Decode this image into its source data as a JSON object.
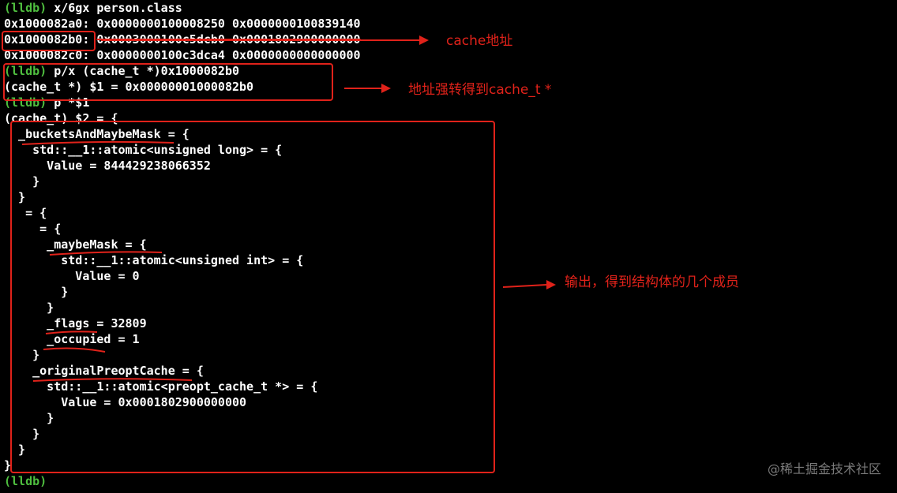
{
  "terminal": {
    "lines": [
      {
        "prompt": "(lldb)",
        "text": " x/6gx person.class"
      },
      {
        "prompt": "",
        "text": "0x1000082a0: 0x0000000100008250 0x0000000100839140"
      },
      {
        "prompt": "",
        "text": "0x1000082b0: ",
        "struck": "0x0003000100c5dcb0 0x0001802900000000"
      },
      {
        "prompt": "",
        "text": "0x1000082c0: 0x0000000100c3dca4 0x0000000000000000"
      },
      {
        "prompt": "(lldb)",
        "text": " p/x (cache_t *)0x1000082b0"
      },
      {
        "prompt": "",
        "text": "(cache_t *) $1 = 0x00000001000082b0"
      },
      {
        "prompt": "(lldb)",
        "text": " p *$1"
      },
      {
        "prompt": "",
        "text": "(cache_t) $2 = {"
      },
      {
        "prompt": "",
        "text": "  _bucketsAndMaybeMask = {"
      },
      {
        "prompt": "",
        "text": "    std::__1::atomic<unsigned long> = {"
      },
      {
        "prompt": "",
        "text": "      Value = 844429238066352"
      },
      {
        "prompt": "",
        "text": "    }"
      },
      {
        "prompt": "",
        "text": "  }"
      },
      {
        "prompt": "",
        "text": "   = {"
      },
      {
        "prompt": "",
        "text": "     = {"
      },
      {
        "prompt": "",
        "text": "      _maybeMask = {"
      },
      {
        "prompt": "",
        "text": "        std::__1::atomic<unsigned int> = {"
      },
      {
        "prompt": "",
        "text": "          Value = 0"
      },
      {
        "prompt": "",
        "text": "        }"
      },
      {
        "prompt": "",
        "text": "      }"
      },
      {
        "prompt": "",
        "text": "      _flags = 32809"
      },
      {
        "prompt": "",
        "text": "      _occupied = 1"
      },
      {
        "prompt": "",
        "text": "    }"
      },
      {
        "prompt": "",
        "text": "    _originalPreoptCache = {"
      },
      {
        "prompt": "",
        "text": "      std::__1::atomic<preopt_cache_t *> = {"
      },
      {
        "prompt": "",
        "text": "        Value = 0x0001802900000000"
      },
      {
        "prompt": "",
        "text": "      }"
      },
      {
        "prompt": "",
        "text": "    }"
      },
      {
        "prompt": "",
        "text": "  }"
      },
      {
        "prompt": "",
        "text": "}"
      },
      {
        "prompt": "(lldb)",
        "text": ""
      }
    ]
  },
  "annotations": {
    "cache_address": "cache地址",
    "cast_address": "地址强转得到cache_t *",
    "output_members": "输出，得到结构体的几个成员"
  },
  "watermark": "@稀土掘金技术社区",
  "colors": {
    "background": "#000000",
    "prompt": "#4fbf3f",
    "annotation": "#e0221a",
    "text": "#ffffff"
  }
}
